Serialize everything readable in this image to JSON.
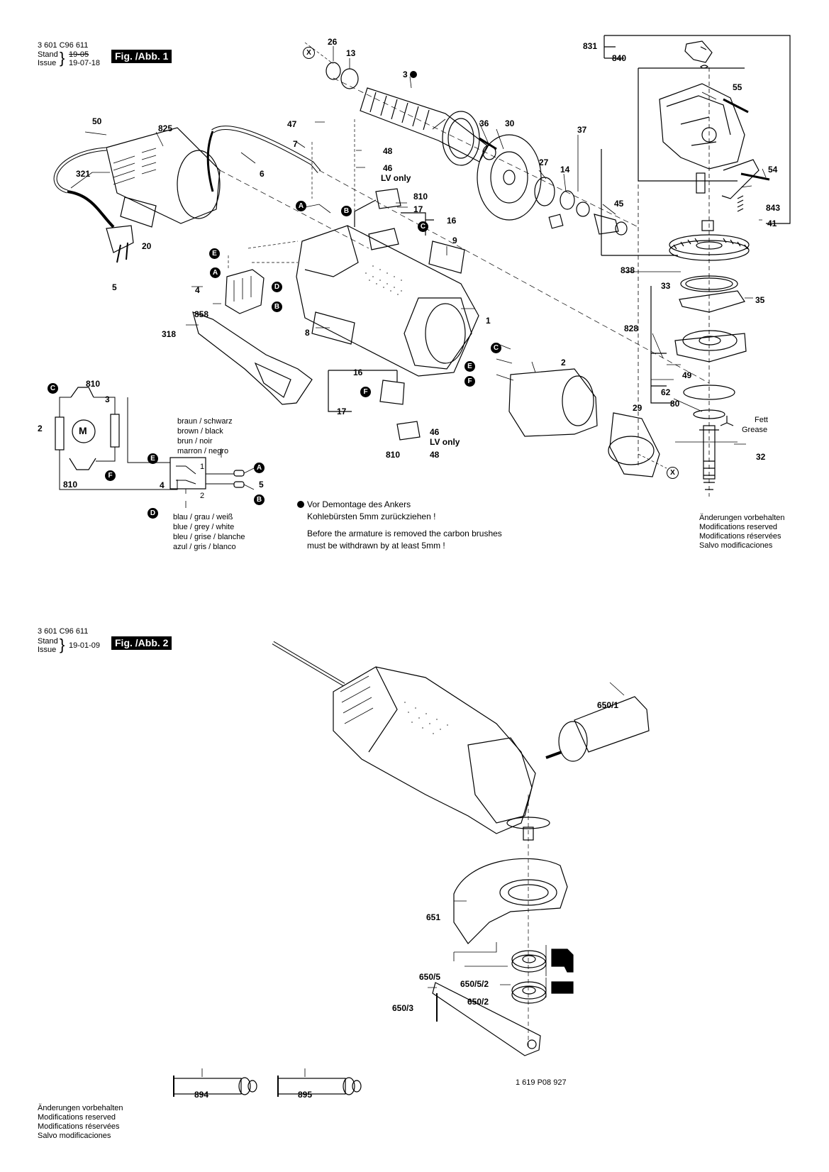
{
  "sheet1": {
    "part_no": "3 601 C96 611",
    "stand_label": "Stand",
    "issue_label": "Issue",
    "stand_date": "19-05",
    "issue_date": "19-07-18",
    "fig_label": "Fig. /Abb. 1",
    "part_numbers": {
      "p26": "26",
      "p13": "13",
      "p3": "3",
      "p831": "831",
      "p840": "840",
      "p55": "55",
      "p50": "50",
      "p825": "825",
      "p47": "47",
      "p7": "7",
      "p6": "6",
      "p48a": "48",
      "p46a": "46",
      "lv_only_a": "LV only",
      "p36": "36",
      "p30": "30",
      "p37": "37",
      "p27": "27",
      "p14": "14",
      "p45": "45",
      "p54": "54",
      "p843": "843",
      "p41": "41",
      "p321": "321",
      "p810a": "810",
      "p17a": "17",
      "p16a": "16",
      "p9": "9",
      "p20": "20",
      "p5a": "5",
      "p838": "838",
      "p33": "33",
      "p35": "35",
      "p4a": "4",
      "p858": "858",
      "p318": "318",
      "p8": "8",
      "p1": "1",
      "p828": "828",
      "p2a": "2",
      "p49": "49",
      "p62": "62",
      "p80": "80",
      "p16b": "16",
      "p17b": "17",
      "p46b": "46",
      "lv_only_b": "LV only",
      "p810b": "810",
      "p48b": "48",
      "p29": "29",
      "p32": "32",
      "fett": "Fett",
      "grease": "Grease"
    },
    "wiring": {
      "p810_top": "810",
      "p3w": "3",
      "p2w": "2",
      "p810_bot": "810",
      "p4w": "4",
      "p5w": "5",
      "motor": "M",
      "term1": "1",
      "term2": "2",
      "colors_top": [
        "braun / schwarz",
        "brown / black",
        "brun / noir",
        "marron / negro"
      ],
      "colors_bottom": [
        "blau / grau / weiß",
        "blue / grey / white",
        "bleu / grise / blanche",
        "azul / gris / blanco"
      ]
    },
    "note": {
      "de_line1": "Vor Demontage des Ankers",
      "de_line2": "Kohlebürsten 5mm zurückziehen !",
      "en_line1": "Before the armature is removed the carbon brushes",
      "en_line2": "must be withdrawn by at least 5mm !"
    },
    "modifications": [
      "Änderungen vorbehalten",
      "Modifications reserved",
      "Modifications réservées",
      "Salvo modificaciones"
    ]
  },
  "sheet2": {
    "part_no": "3 601 C96 611",
    "stand_label": "Stand",
    "issue_label": "Issue",
    "issue_date": "19-01-09",
    "fig_label": "Fig. /Abb. 2",
    "part_numbers": {
      "p650_1": "650/1",
      "p651": "651",
      "p650_5": "650/5",
      "p650_5_2": "650/5/2",
      "p650_2": "650/2",
      "p650_3": "650/3",
      "ref": "1 619 P08 927",
      "p894": "894",
      "p895": "895"
    },
    "modifications": [
      "Änderungen vorbehalten",
      "Modifications reserved",
      "Modifications réservées",
      "Salvo modificaciones"
    ]
  },
  "markers": {
    "A": "A",
    "B": "B",
    "C": "C",
    "D": "D",
    "E": "E",
    "F": "F",
    "X": "X"
  }
}
